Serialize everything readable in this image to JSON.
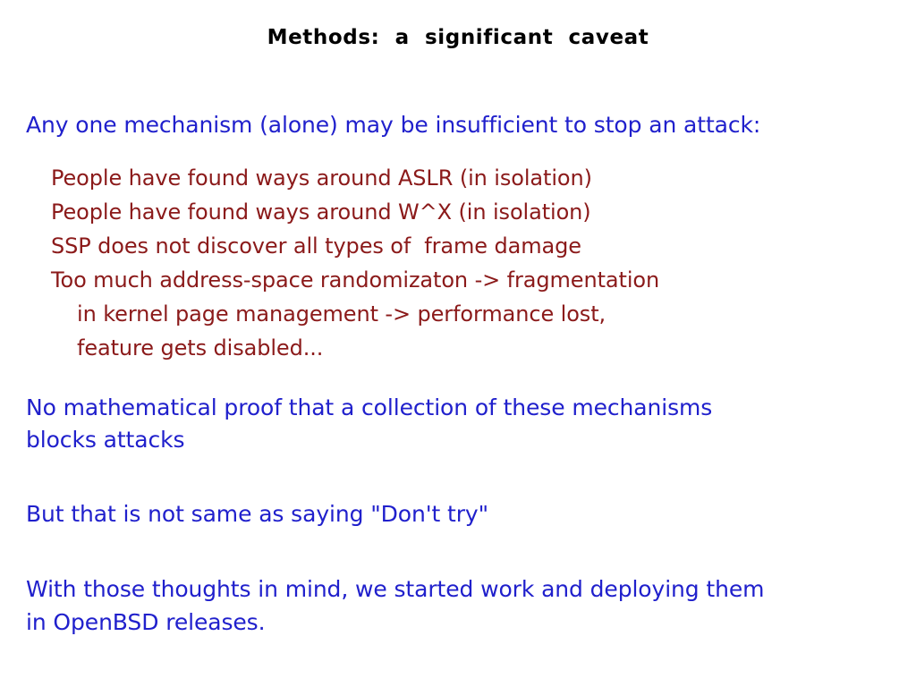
{
  "slide": {
    "title": "Methods:  a  significant  caveat",
    "colors": {
      "title": "#000000",
      "blue_text": "#2020cc",
      "red_text": "#8b1a1a",
      "background": "#ffffff"
    },
    "blocks": {
      "intro": {
        "lines": [
          "Any one mechanism (alone) may be insufficient to stop an attack:"
        ]
      },
      "bullets_red": {
        "lines": [
          "People have found ways around ASLR (in isolation)",
          "People have found ways around W^X (in isolation)",
          "SSP does not discover all types of  frame damage",
          "Too much address-space randomizaton -> fragmentation"
        ],
        "continuation_lines": [
          "in kernel page management -> performance lost,",
          "feature gets disabled..."
        ]
      },
      "proof": {
        "lines": [
          "No mathematical proof that a collection of these mechanisms",
          "blocks attacks"
        ]
      },
      "but": {
        "lines": [
          "But that is not same as saying \"Don't try\""
        ]
      },
      "closing": {
        "lines": [
          "With those thoughts in mind, we started work and deploying them",
          "in OpenBSD releases."
        ]
      }
    }
  }
}
